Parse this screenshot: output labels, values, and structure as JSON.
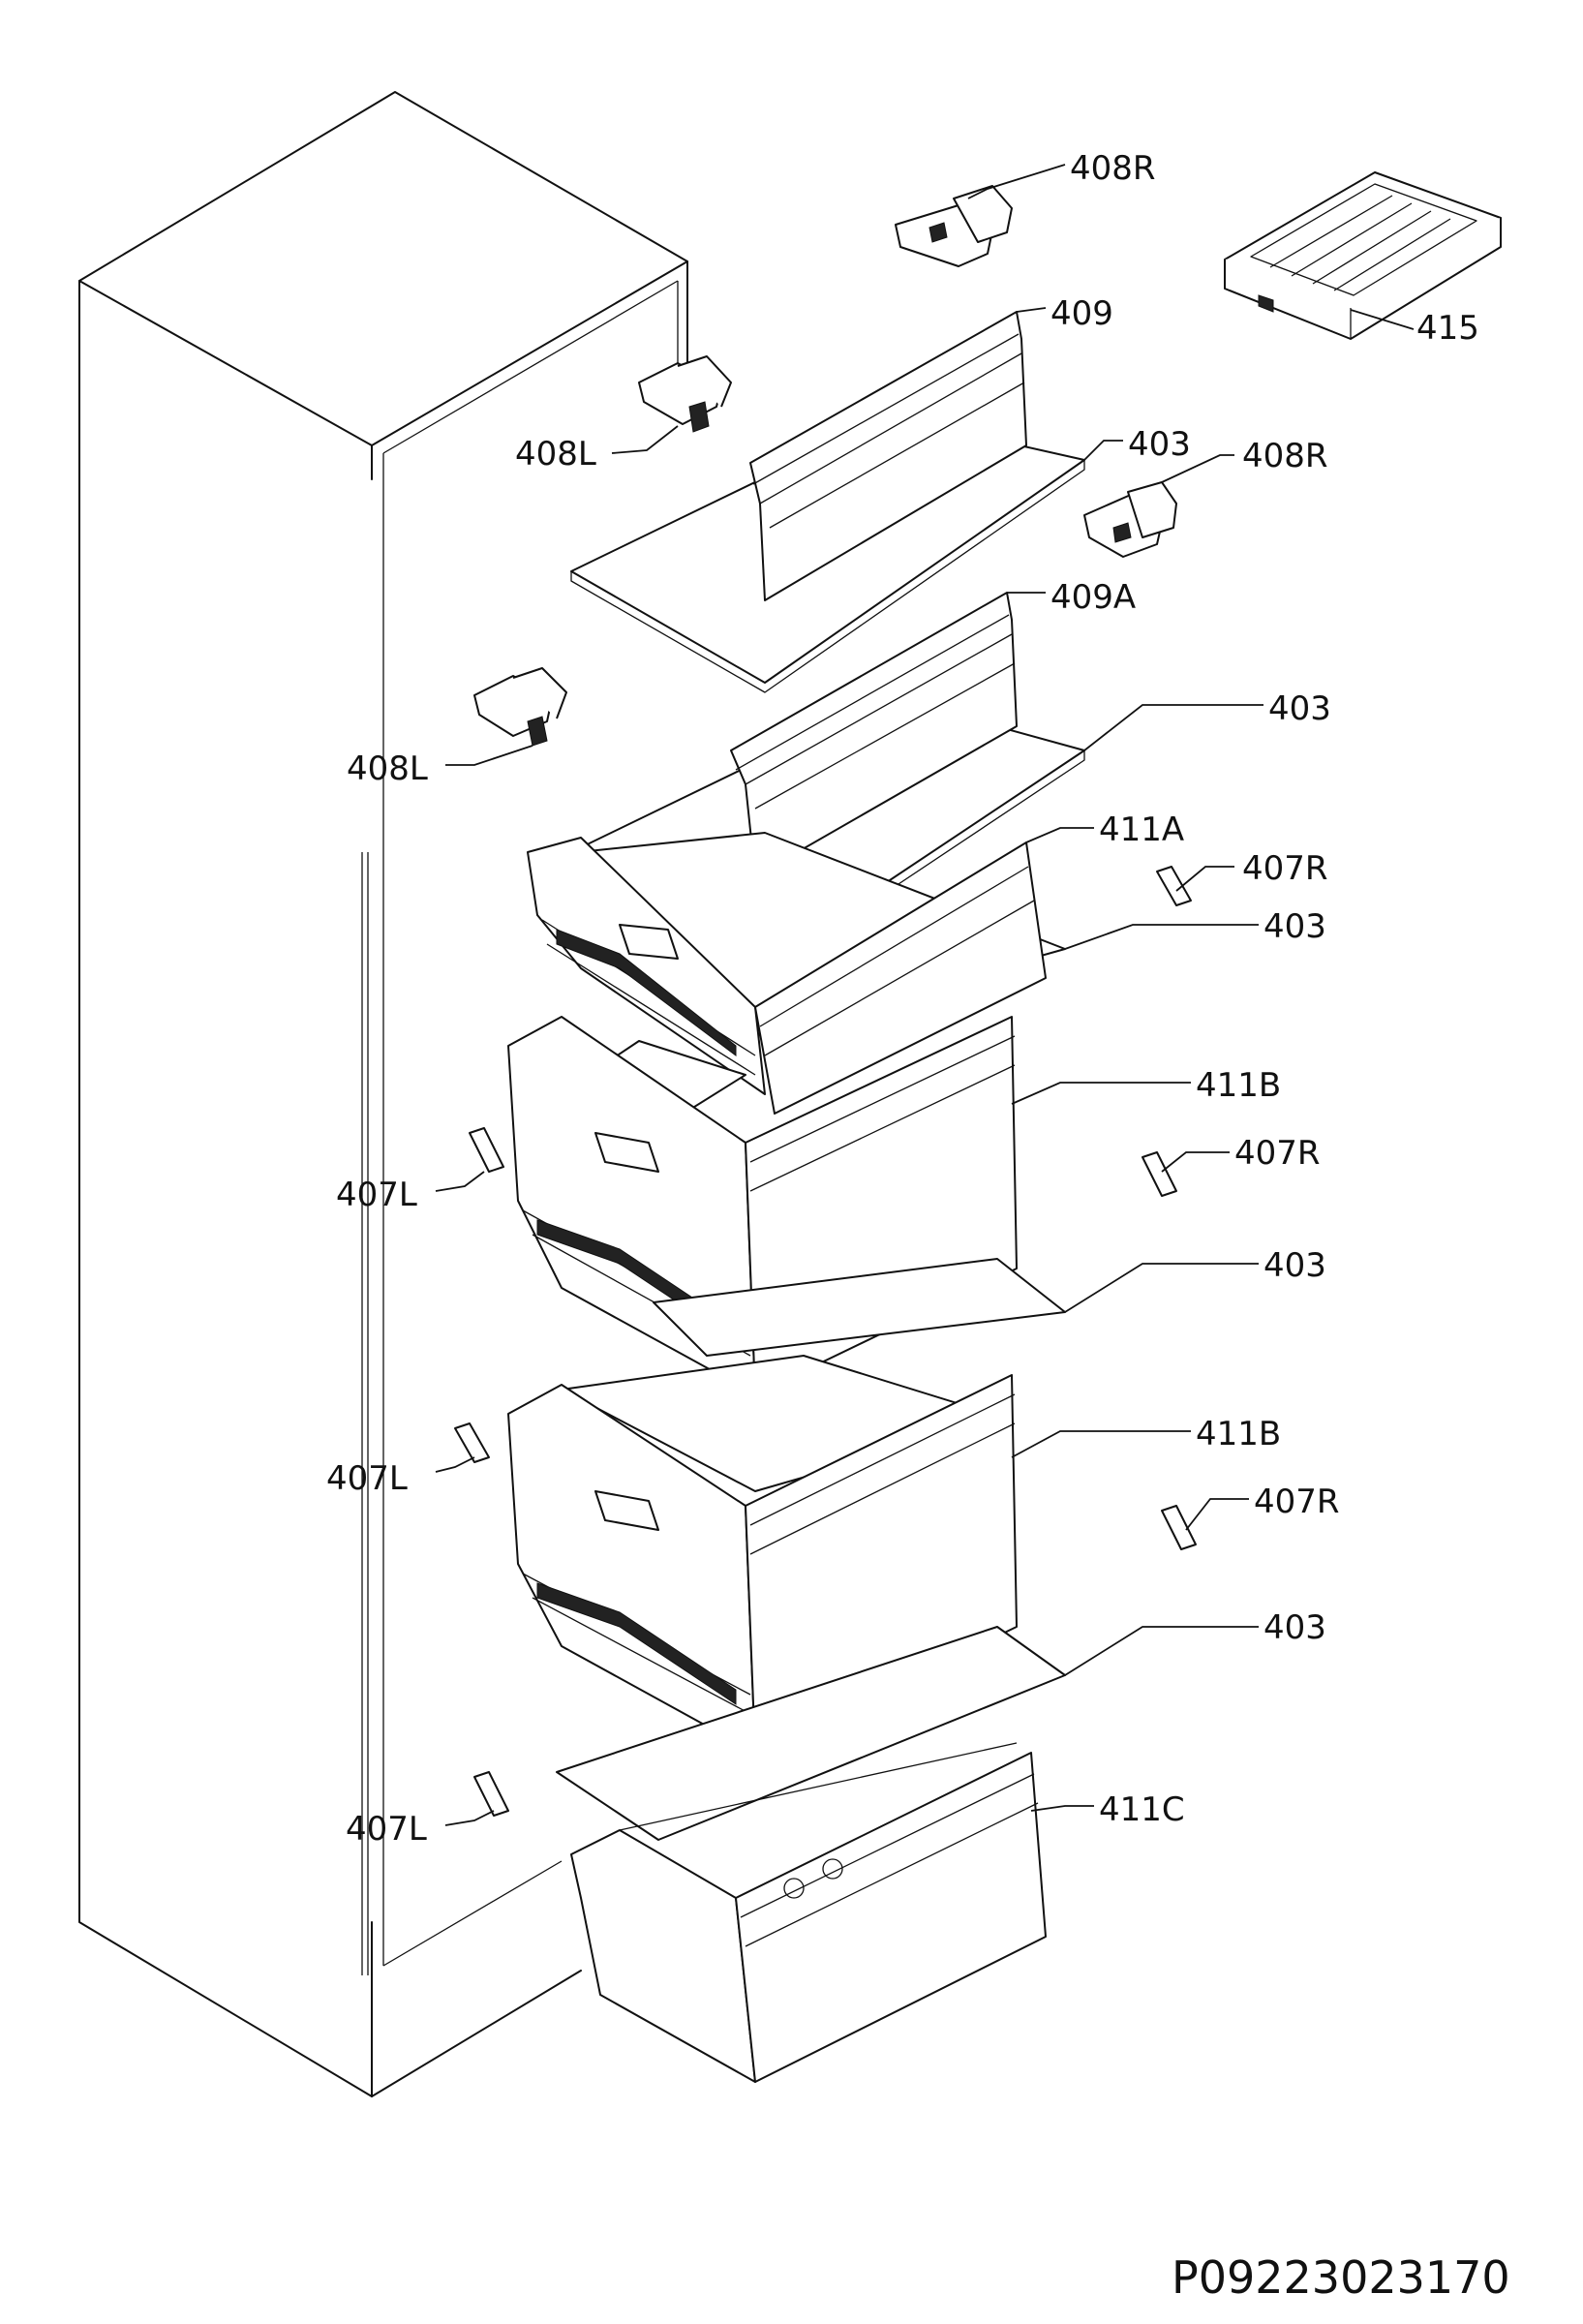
{
  "callouts": {
    "c408R_top": "408R",
    "c415": "415",
    "c409": "409",
    "c408L_top": "408L",
    "c403_1": "403",
    "c408R_mid": "408R",
    "c409A": "409A",
    "c408L_mid": "408L",
    "c403_2": "403",
    "c411A": "411A",
    "c407R_1": "407R",
    "c403_3": "403",
    "c411B_1": "411B",
    "c407L_1": "407L",
    "c407R_2": "407R",
    "c403_4": "403",
    "c411B_2": "411B",
    "c407L_2": "407L",
    "c407R_3": "407R",
    "c403_5": "403",
    "c407L_3": "407L",
    "c411C": "411C"
  },
  "drawing_number": "P09223023170"
}
